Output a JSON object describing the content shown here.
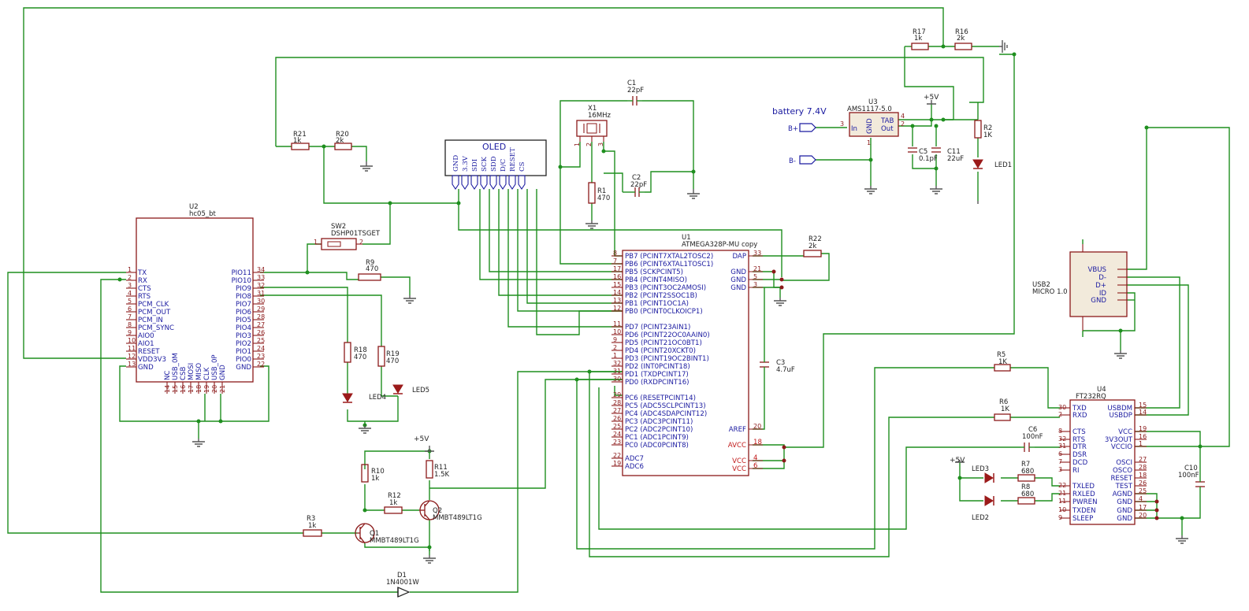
{
  "u2": {
    "ref": "U2",
    "value": "hc05_bt",
    "left_pins": [
      [
        "1",
        "TX"
      ],
      [
        "2",
        "RX"
      ],
      [
        "3",
        "CTS"
      ],
      [
        "4",
        "RTS"
      ],
      [
        "5",
        "PCM_CLK"
      ],
      [
        "6",
        "PCM_OUT"
      ],
      [
        "7",
        "PCM_IN"
      ],
      [
        "8",
        "PCM_SYNC"
      ],
      [
        "9",
        "AIO0"
      ],
      [
        "10",
        "AIO1"
      ],
      [
        "11",
        "RESET"
      ],
      [
        "12",
        "VDD3V3"
      ],
      [
        "13",
        "GND"
      ]
    ],
    "right_pins": [
      [
        "34",
        "PIO11"
      ],
      [
        "33",
        "PIO10"
      ],
      [
        "32",
        "PIO9"
      ],
      [
        "31",
        "PIO8"
      ],
      [
        "30",
        "PIO7"
      ],
      [
        "29",
        "PIO6"
      ],
      [
        "28",
        "PIO5"
      ],
      [
        "27",
        "PIO4"
      ],
      [
        "26",
        "PIO3"
      ],
      [
        "25",
        "PIO2"
      ],
      [
        "24",
        "PIO1"
      ],
      [
        "23",
        "PIO0"
      ],
      [
        "22",
        "GND"
      ]
    ],
    "bottom_pins": [
      [
        "14",
        "NC"
      ],
      [
        "15",
        "USB_0M"
      ],
      [
        "16",
        "CSB"
      ],
      [
        "17",
        "MOSI"
      ],
      [
        "18",
        "MISO"
      ],
      [
        "19",
        "CLK"
      ],
      [
        "20",
        "USB_0P"
      ],
      [
        "21",
        "GND"
      ]
    ]
  },
  "u1": {
    "ref": "U1",
    "value": "ATMEGA328P-MU copy",
    "left_pins": [
      [
        "8",
        "PB7 (PCINT7XTAL2TOSC2)"
      ],
      [
        "7",
        "PB6 (PCINT6XTAL1TOSC1)"
      ],
      [
        "17",
        "PB5 (SCKPCINT5)"
      ],
      [
        "16",
        "PB4 (PCINT4MISO)"
      ],
      [
        "15",
        "PB3 (PCINT3OC2AMOSI)"
      ],
      [
        "14",
        "PB2 (PCINT2SSOC1B)"
      ],
      [
        "13",
        "PB1 (PCINT1OC1A)"
      ],
      [
        "12",
        "PB0 (PCINT0CLKOICP1)"
      ],
      [
        "11",
        "PD7 (PCINT23AIN1)"
      ],
      [
        "10",
        "PD6 (PCINT22OC0AAIN0)"
      ],
      [
        "9",
        "PD5 (PCINT21OC0BT1)"
      ],
      [
        "2",
        "PD4 (PCINT20XCKT0)"
      ],
      [
        "1",
        "PD3 (PCINT19OC2BINT1)"
      ],
      [
        "32",
        "PD2 (INT0PCINT18)"
      ],
      [
        "31",
        "PD1 (TXDPCINT17)"
      ],
      [
        "30",
        "PD0 (RXDPCINT16)"
      ],
      [
        "29",
        "PC6 (RESETPCINT14)"
      ],
      [
        "28",
        "PC5 (ADC5SCLPCINT13)"
      ],
      [
        "27",
        "PC4 (ADC4SDAPCINT12)"
      ],
      [
        "26",
        "PC3 (ADC3PCINT11)"
      ],
      [
        "25",
        "PC2 (ADC2PCINT10)"
      ],
      [
        "24",
        "PC1 (ADC1PCINT9)"
      ],
      [
        "23",
        "PC0 (ADC0PCINT8)"
      ],
      [
        "22",
        "ADC7"
      ],
      [
        "19",
        "ADC6"
      ]
    ],
    "right_pins": [
      [
        "33",
        "DAP"
      ],
      [
        "21",
        "GND"
      ],
      [
        "5",
        "GND"
      ],
      [
        "3",
        "GND"
      ],
      [
        "20",
        "AREF"
      ],
      [
        "18",
        "AVCC"
      ],
      [
        "4",
        "VCC"
      ],
      [
        "6",
        "VCC"
      ]
    ]
  },
  "u3": {
    "ref": "U3",
    "value": "AMS1117-5.0",
    "pin_in": "In",
    "pin_gnd": "GND",
    "pin_tab": "TAB",
    "pin_out": "Out",
    "n_in": "3",
    "n_gnd": "1",
    "n_tab": "4",
    "n_out": "2"
  },
  "u4": {
    "ref": "U4",
    "value": "FT232RQ",
    "left_pins": [
      [
        "30",
        "TXD"
      ],
      [
        "2",
        "RXD"
      ],
      [
        "8",
        "CTS"
      ],
      [
        "32",
        "RTS"
      ],
      [
        "31",
        "DTR"
      ],
      [
        "6",
        "DSR"
      ],
      [
        "7",
        "DCD"
      ],
      [
        "3",
        "RI"
      ],
      [
        "22",
        "TXLED"
      ],
      [
        "21",
        "RXLED"
      ],
      [
        "11",
        "PWREN"
      ],
      [
        "10",
        "TXDEN"
      ],
      [
        "9",
        "SLEEP"
      ]
    ],
    "right_pins": [
      [
        "15",
        "USBDM"
      ],
      [
        "14",
        "USBDP"
      ],
      [
        "19",
        "VCC"
      ],
      [
        "16",
        "3V3OUT"
      ],
      [
        "1",
        "VCCIO"
      ],
      [
        "27",
        "OSCI"
      ],
      [
        "28",
        "OSCO"
      ],
      [
        "18",
        "RESET"
      ],
      [
        "26",
        "TEST"
      ],
      [
        "25",
        "AGND"
      ],
      [
        "4",
        "GND"
      ],
      [
        "17",
        "GND"
      ],
      [
        "20",
        "GND"
      ]
    ]
  },
  "oled": {
    "title": "OLED",
    "pins": [
      "GND",
      "3.3V",
      "SDI",
      "SCK",
      "SDD",
      "D/C",
      "RESET",
      "CS"
    ]
  },
  "usb2": {
    "ref": "USB2",
    "value": "MICRO 1.0",
    "pins": [
      "VBUS",
      "D-",
      "D+",
      "ID",
      "GND"
    ]
  },
  "sw2": {
    "ref": "SW2",
    "value": "DSHP01TSGET",
    "p1": "1",
    "p2": "2"
  },
  "x1": {
    "ref": "X1",
    "value": "16MHz",
    "pins": [
      "1",
      "2",
      "3"
    ]
  },
  "q1": {
    "ref": "Q1",
    "value": "MMBT489LT1G"
  },
  "q2": {
    "ref": "Q2",
    "value": "MMBT489LT1G"
  },
  "d1": {
    "ref": "D1",
    "value": "1N4001W"
  },
  "resistors": {
    "r1": {
      "ref": "R1",
      "value": "470"
    },
    "r2": {
      "ref": "R2",
      "value": "1K"
    },
    "r3": {
      "ref": "R3",
      "value": "1k"
    },
    "r5": {
      "ref": "R5",
      "value": "1K"
    },
    "r6": {
      "ref": "R6",
      "value": "1K"
    },
    "r7": {
      "ref": "R7",
      "value": "680"
    },
    "r8": {
      "ref": "R8",
      "value": "680"
    },
    "r9": {
      "ref": "R9",
      "value": "470"
    },
    "r10": {
      "ref": "R10",
      "value": "1k"
    },
    "r11": {
      "ref": "R11",
      "value": "1.5K"
    },
    "r12": {
      "ref": "R12",
      "value": "1k"
    },
    "r16": {
      "ref": "R16",
      "value": "2k"
    },
    "r17": {
      "ref": "R17",
      "value": "1k"
    },
    "r18": {
      "ref": "R18",
      "value": "470"
    },
    "r19": {
      "ref": "R19",
      "value": "470"
    },
    "r20": {
      "ref": "R20",
      "value": "2k"
    },
    "r21": {
      "ref": "R21",
      "value": "1k"
    },
    "r22": {
      "ref": "R22",
      "value": "2k"
    }
  },
  "caps": {
    "c1": {
      "ref": "C1",
      "value": "22pF"
    },
    "c2": {
      "ref": "C2",
      "value": "22pF"
    },
    "c3": {
      "ref": "C3",
      "value": "4.7uF"
    },
    "c5": {
      "ref": "C5",
      "value": "0.1pF"
    },
    "c6": {
      "ref": "C6",
      "value": "100nF"
    },
    "c10": {
      "ref": "C10",
      "value": "100nF"
    },
    "c11": {
      "ref": "C11",
      "value": "22uF"
    }
  },
  "leds": {
    "led1": "LED1",
    "led2": "LED2",
    "led3": "LED3",
    "led4": "LED4",
    "led5": "LED5"
  },
  "labels": {
    "battery": "battery 7.4V",
    "bplus": "B+",
    "bminus": "B-",
    "vcc5a": "+5V",
    "vcc5b": "+5V",
    "vcc5c": "+5V"
  }
}
